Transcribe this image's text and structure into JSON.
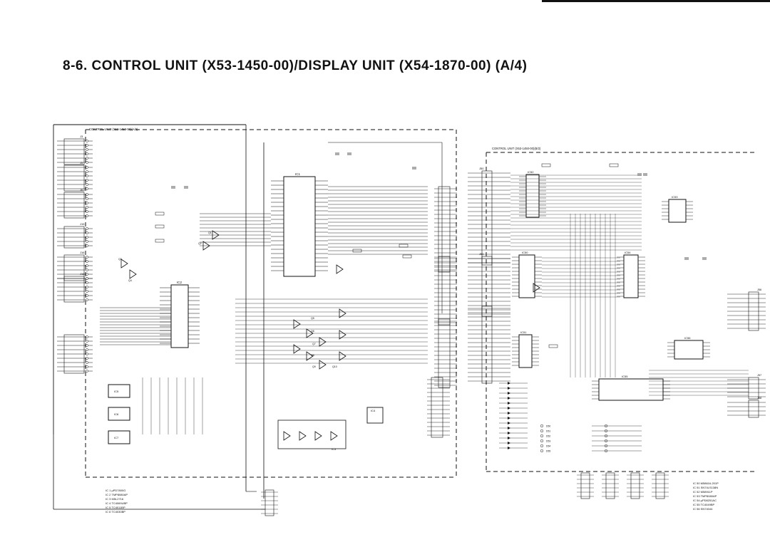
{
  "page": {
    "title": "8-6.  CONTROL UNIT (X53-1450-00)/DISPLAY UNIT (X54-1870-00)  (A/4)"
  },
  "schematic": {
    "left_panel_title": "CONTROL UNIT (X53-1450-00)(A/2)",
    "right_panel_title": "CONTROL UNIT (X53-1450-00)(B/2)",
    "connectors_left": [
      "J3",
      "J5",
      "J6",
      "J15",
      "J16",
      "J18"
    ],
    "connectors_right": [
      "J50",
      "J51",
      "J52",
      "J56",
      "J57",
      "J58"
    ],
    "ic_labels_left": [
      "IC1",
      "IC2",
      "IC3",
      "IC4",
      "IC5",
      "IC6",
      "IC7"
    ],
    "ic_labels_right": [
      "IC50",
      "IC51",
      "IC52",
      "IC53",
      "IC54",
      "IC55",
      "IC56"
    ],
    "transistor_labels": [
      "Q1",
      "Q2",
      "Q3",
      "Q4",
      "Q5",
      "Q6",
      "Q7",
      "Q8",
      "Q9",
      "Q10",
      "Q11",
      "Q12",
      "Q13",
      "Q14",
      "Q15"
    ],
    "diode_labels": [
      "D50",
      "D51",
      "D52",
      "D53",
      "D54",
      "D55"
    ],
    "parts_list_left": [
      "IC 1  μPD7800G",
      "IC 2  TMP8080AP",
      "IC 3  M5L2716",
      "IC 4  TC4069UBP",
      "IC 5  TC4011BP",
      "IC 6  TC4030BP"
    ],
    "parts_list_right": [
      "IC 50  M58616-201P",
      "IC 51  SN74LS138N",
      "IC 52  M58911P",
      "IC 53  TMP8080AP",
      "IC 54  μPD8251AC",
      "IC 55  TC4049BP",
      "IC 56  SN74044"
    ]
  }
}
